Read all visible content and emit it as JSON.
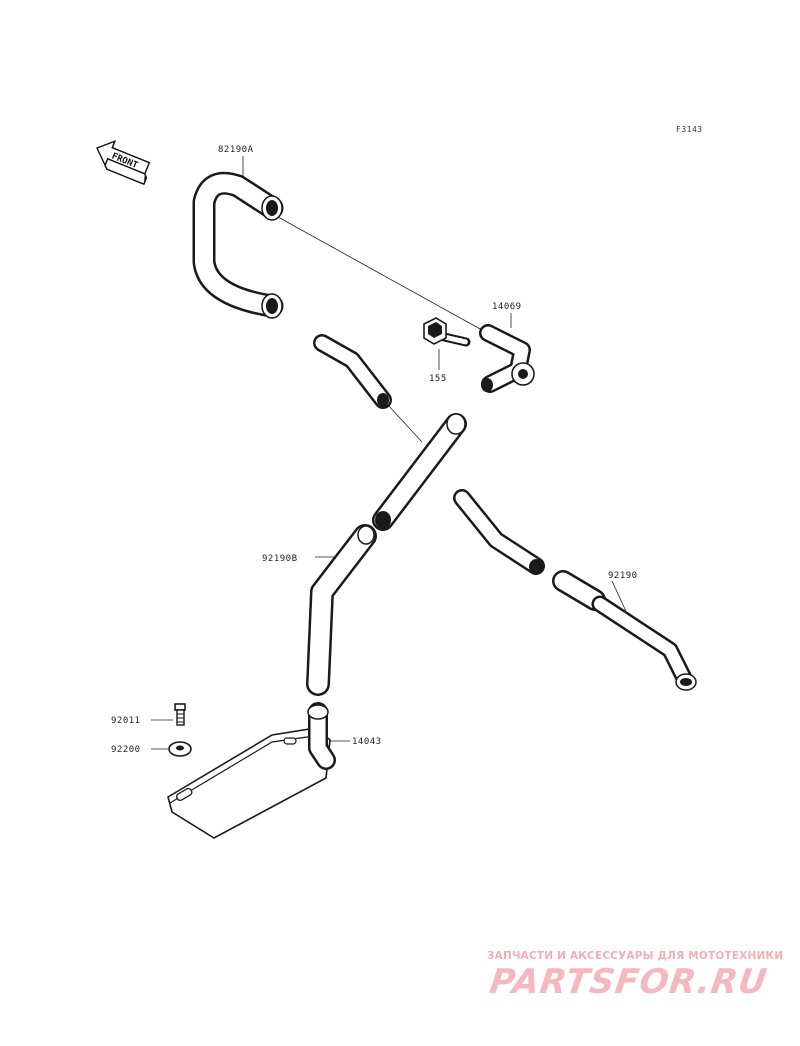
{
  "diagram": {
    "ref_code": "F3143",
    "direction_label": "FRONT",
    "parts": [
      {
        "id": "part-82190a",
        "label": "82190A"
      },
      {
        "id": "part-14069",
        "label": "14069"
      },
      {
        "id": "part-155",
        "label": "155"
      },
      {
        "id": "part-92190b",
        "label": "92190B"
      },
      {
        "id": "part-92190",
        "label": "92190"
      },
      {
        "id": "part-92011",
        "label": "92011"
      },
      {
        "id": "part-92200",
        "label": "92200"
      },
      {
        "id": "part-14043",
        "label": "14043"
      }
    ]
  },
  "watermark": {
    "tagline": "ЗАПЧАСТИ И АКСЕССУАРЫ ДЛЯ МОТОТЕХНИКИ",
    "logo_text": "PARTSFOR.RU",
    "color": "#f2aeb3"
  }
}
